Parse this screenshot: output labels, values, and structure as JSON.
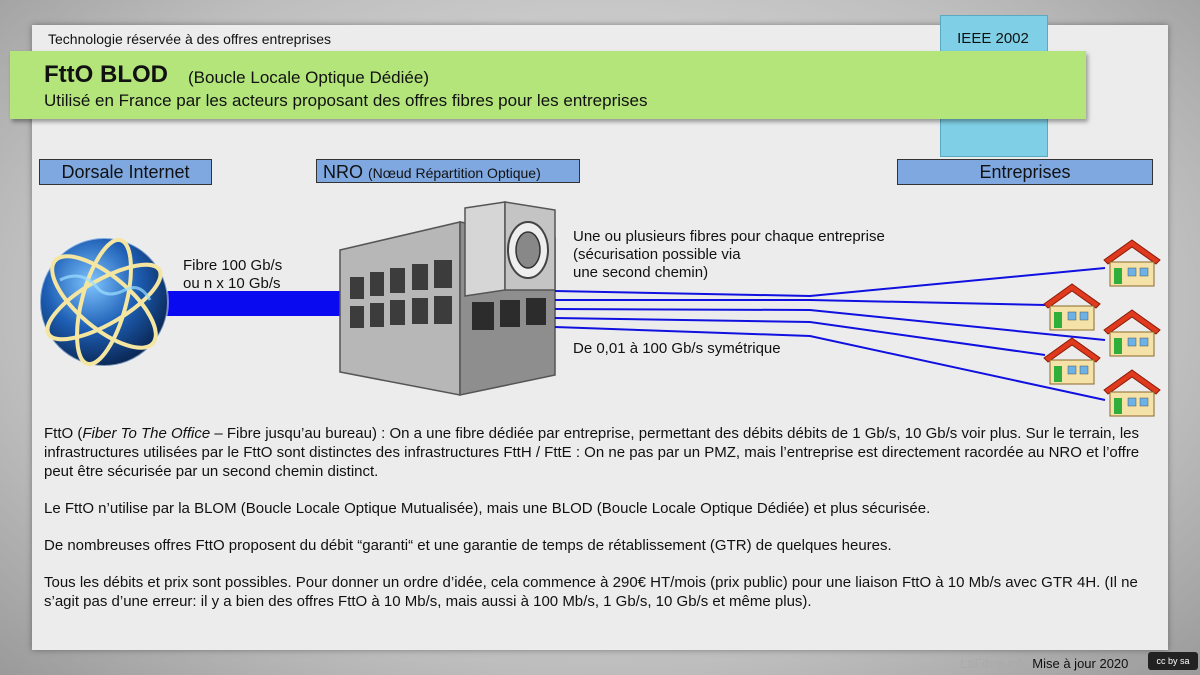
{
  "header": {
    "top_note": "Technologie réservée à des offres entreprises",
    "standard": "IEEE 2002",
    "title_main": "FttO BLOD",
    "title_sub": "(Boucle Locale Optique Dédiée)",
    "subtitle": "Utilisé en France par les acteurs proposant des offres fibres pour les entreprises"
  },
  "diagram": {
    "label_dorsale": "Dorsale Internet",
    "label_nro": "NRO",
    "label_nro_detail": "(Nœud Répartition Optique)",
    "label_entreprises": "Entreprises",
    "fiber_label_line1": "Fibre 100 Gb/s",
    "fiber_label_line2": "ou n x 10 Gb/s",
    "fibers_line1": "Une ou plusieurs fibres pour chaque entreprise",
    "fibers_line2": "(sécurisation possible via",
    "fibers_line3": "une second chemin)",
    "speed": "De 0,01 à 100 Gb/s symétrique",
    "colors": {
      "fiber": "#0a0af0",
      "label_box": "#7fa8e0",
      "title_box": "#b3e57b",
      "house_roof": "#e03a1e"
    },
    "icons": [
      "globe-icon",
      "nro-building-icon",
      "house-icon"
    ]
  },
  "body": {
    "p1_a": "FttO (",
    "p1_italic": "Fiber To The Office",
    "p1_b": " – Fibre jusqu’au bureau) : On a une fibre dédiée par entreprise, permettant des débits débits de 1 Gb/s, 10 Gb/s voir plus. Sur le terrain, les infrastructures utilisées par le FttO sont distinctes des infrastructures FttH / FttE : On ne pas par un PMZ, mais l’entreprise est directement racordée au NRO et l’offre peut être sécurisée par un second chemin distinct.",
    "p2": "Le FttO n’utilise par la BLOM (Boucle Locale Optique Mutualisée), mais une BLOD (Boucle Locale Optique Dédiée) et plus sécurisée.",
    "p3": "De nombreuses offres FttO proposent du débit “garanti“ et une garantie de temps de rétablissement (GTR) de quelques heures.",
    "p4": "Tous les débits et prix sont possibles. Pour donner un ordre d’idée, cela commence à 290€ HT/mois (prix public) pour une liaison FttO à 10 Mb/s avec GTR 4H. (Il ne s’agit pas d’une erreur: il y a bien des offres FttO à 10 Mb/s, mais aussi à 100 Mb/s, 1 Gb/s, 10 Gb/s et même plus)."
  },
  "footer": {
    "brand": "LaFibre.info",
    "update": "Mise à jour 2020",
    "license": "cc by sa"
  }
}
